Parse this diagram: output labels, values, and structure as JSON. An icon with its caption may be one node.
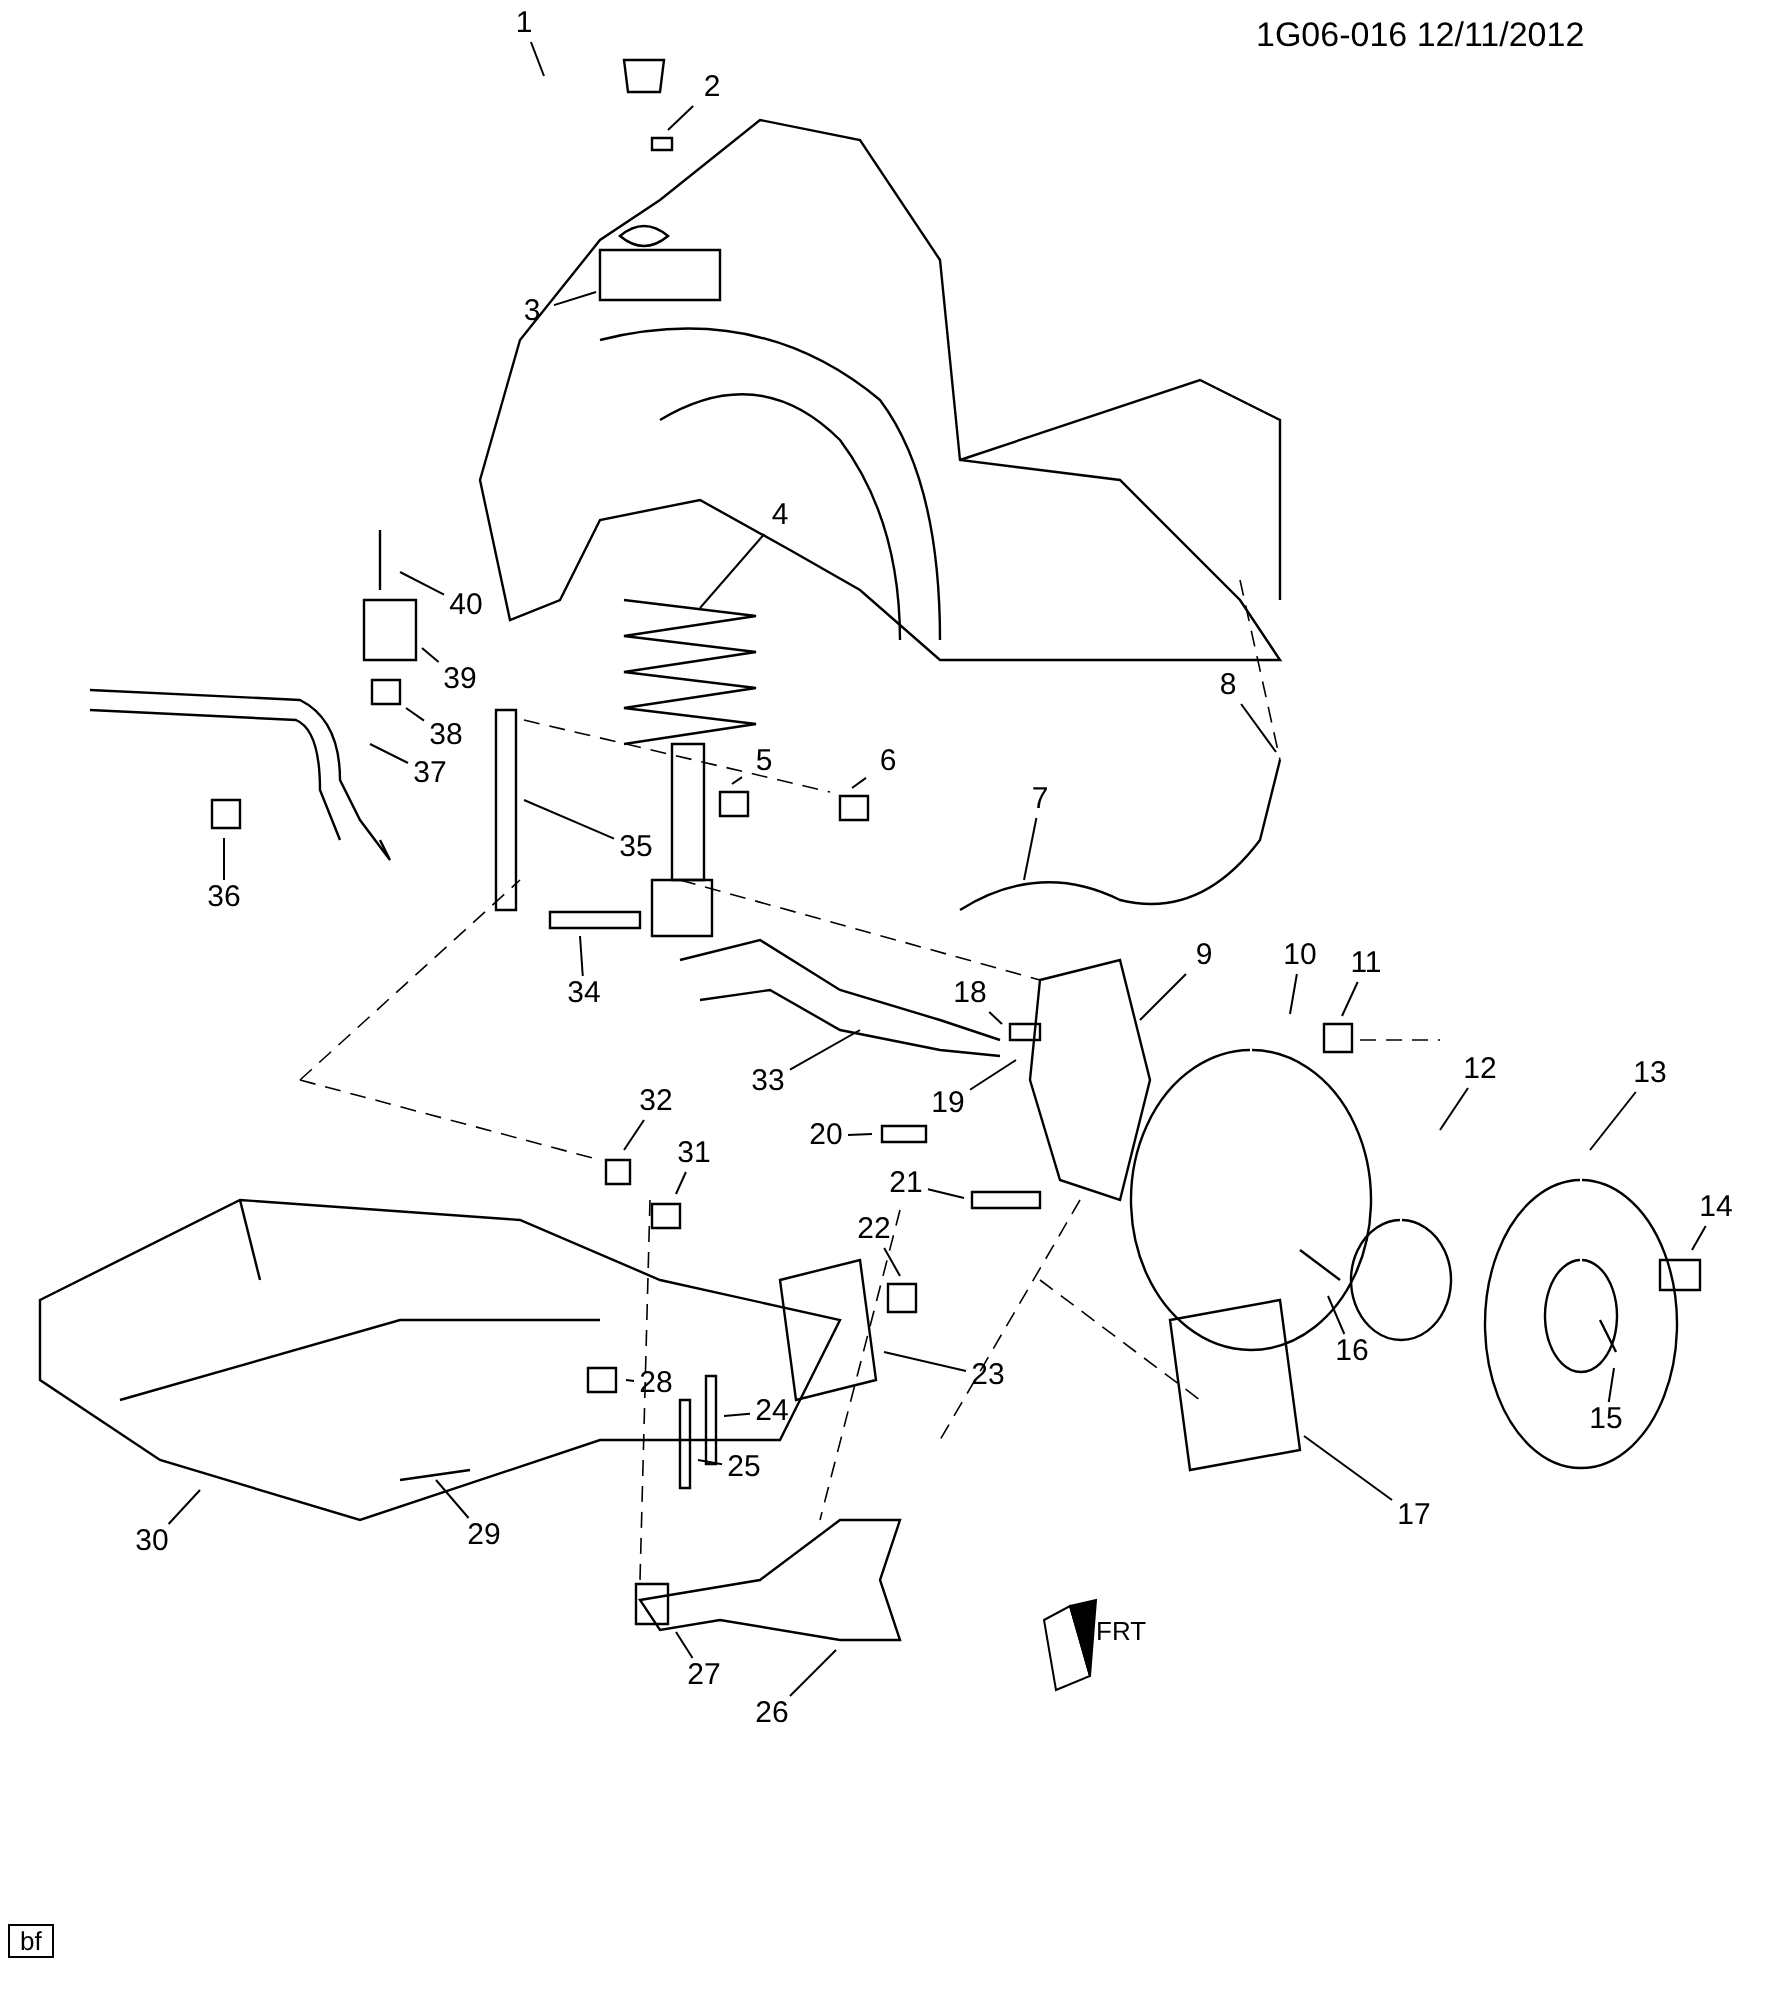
{
  "diagram": {
    "nodes": [
      {
        "text": [
          "1"
        ]
      },
      {
        "text": [
          "2"
        ]
      },
      {
        "text": [
          "3"
        ]
      },
      {
        "text": [
          "4"
        ]
      },
      {
        "text": [
          "5"
        ]
      },
      {
        "text": [
          "6"
        ]
      },
      {
        "text": [
          "7"
        ]
      },
      {
        "text": [
          "8"
        ]
      },
      {
        "text": [
          "9"
        ]
      },
      {
        "text": [
          "10"
        ]
      },
      {
        "text": [
          "11"
        ]
      },
      {
        "text": [
          "12"
        ]
      },
      {
        "text": [
          "13"
        ]
      },
      {
        "text": [
          "14"
        ]
      },
      {
        "text": [
          "15"
        ]
      },
      {
        "text": [
          "16"
        ]
      },
      {
        "text": [
          "17"
        ]
      },
      {
        "text": [
          "18"
        ]
      },
      {
        "text": [
          "19"
        ]
      },
      {
        "text": [
          "20"
        ]
      },
      {
        "text": [
          "21"
        ]
      },
      {
        "text": [
          "22"
        ]
      },
      {
        "text": [
          "23"
        ]
      },
      {
        "text": [
          "24"
        ]
      },
      {
        "text": [
          "25"
        ]
      },
      {
        "text": [
          "26"
        ]
      },
      {
        "text": [
          "27"
        ]
      },
      {
        "text": [
          "28"
        ]
      },
      {
        "text": [
          "29"
        ]
      },
      {
        "text": [
          "30"
        ]
      },
      {
        "text": [
          "31"
        ]
      },
      {
        "text": [
          "32"
        ]
      },
      {
        "text": [
          "33"
        ]
      },
      {
        "text": [
          "34"
        ]
      },
      {
        "text": [
          "35"
        ]
      },
      {
        "text": [
          "36"
        ]
      },
      {
        "text": [
          "37"
        ]
      },
      {
        "text": [
          "38"
        ]
      },
      {
        "text": [
          "39"
        ]
      },
      {
        "text": [
          "40"
        ]
      }
    ],
    "edges": [
      {
        "from": 0,
        "to": null,
        "arrow": "none"
      },
      {
        "from": 1,
        "to": null,
        "arrow": "none"
      },
      {
        "from": 2,
        "to": null,
        "arrow": "none"
      },
      {
        "from": 3,
        "to": null,
        "arrow": "none"
      },
      {
        "from": 4,
        "to": null,
        "arrow": "none"
      },
      {
        "from": 5,
        "to": null,
        "arrow": "none"
      },
      {
        "from": 6,
        "to": null,
        "arrow": "none"
      },
      {
        "from": 7,
        "to": null,
        "arrow": "none"
      },
      {
        "from": 8,
        "to": null,
        "arrow": "none"
      },
      {
        "from": 9,
        "to": null,
        "arrow": "none"
      },
      {
        "from": 10,
        "to": null,
        "arrow": "none"
      },
      {
        "from": 11,
        "to": null,
        "arrow": "none"
      },
      {
        "from": 12,
        "to": null,
        "arrow": "none"
      },
      {
        "from": 13,
        "to": null,
        "arrow": "none"
      },
      {
        "from": 14,
        "to": null,
        "arrow": "none"
      },
      {
        "from": 15,
        "to": null,
        "arrow": "none"
      },
      {
        "from": 16,
        "to": null,
        "arrow": "none"
      },
      {
        "from": 17,
        "to": null,
        "arrow": "none"
      },
      {
        "from": 18,
        "to": null,
        "arrow": "none"
      },
      {
        "from": 19,
        "to": null,
        "arrow": "none"
      },
      {
        "from": 20,
        "to": null,
        "arrow": "none"
      },
      {
        "from": 21,
        "to": null,
        "arrow": "none"
      },
      {
        "from": 22,
        "to": null,
        "arrow": "none"
      },
      {
        "from": 23,
        "to": null,
        "arrow": "none"
      },
      {
        "from": 24,
        "to": null,
        "arrow": "none"
      },
      {
        "from": 25,
        "to": null,
        "arrow": "none"
      },
      {
        "from": 26,
        "to": null,
        "arrow": "none"
      },
      {
        "from": 27,
        "to": null,
        "arrow": "none"
      },
      {
        "from": 28,
        "to": null,
        "arrow": "none"
      },
      {
        "from": 29,
        "to": null,
        "arrow": "none"
      },
      {
        "from": 30,
        "to": null,
        "arrow": "none"
      },
      {
        "from": 31,
        "to": null,
        "arrow": "none"
      },
      {
        "from": 32,
        "to": null,
        "arrow": "none"
      },
      {
        "from": 33,
        "to": null,
        "arrow": "none"
      },
      {
        "from": 34,
        "to": null,
        "arrow": "none"
      },
      {
        "from": 35,
        "to": null,
        "arrow": "none"
      },
      {
        "from": 36,
        "to": null,
        "arrow": "none"
      },
      {
        "from": 37,
        "to": null,
        "arrow": "none"
      },
      {
        "from": 38,
        "to": null,
        "arrow": "none"
      },
      {
        "from": 39,
        "to": null,
        "arrow": "none"
      }
    ],
    "labels": [
      "1G06-016 12/11/2012",
      "FRT",
      "bf"
    ]
  }
}
